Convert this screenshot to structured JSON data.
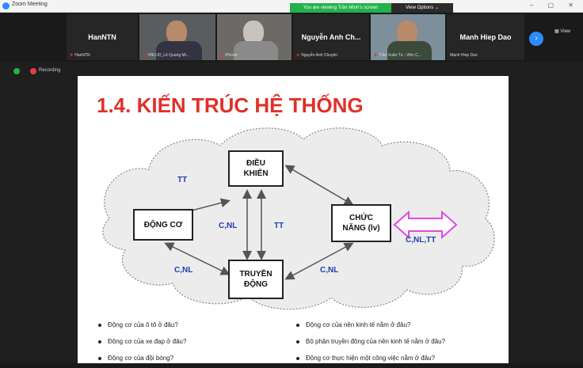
{
  "window": {
    "title": "Zoom Meeting",
    "viewing_banner": "You are viewing Trần Minh's screen",
    "view_options_label": "View Options ⌄"
  },
  "participants": [
    {
      "name": "HanNTN",
      "label": "HanNTN",
      "type": "name"
    },
    {
      "name": "",
      "label": "VNU-ID_Lê Quang Mi...",
      "type": "video"
    },
    {
      "name": "",
      "label": "iPhone",
      "type": "video"
    },
    {
      "name": "Nguyễn Anh Ch...",
      "label": "Nguyễn Anh Chuyên",
      "type": "name"
    },
    {
      "name": "",
      "label": "Trần Xuân Tú - Viện C...",
      "type": "video"
    },
    {
      "name": "Manh Hiep Dao",
      "label": "Manh Hiep Dao",
      "type": "name"
    }
  ],
  "strip": {
    "next_icon": "›",
    "view_label": "View"
  },
  "recording": {
    "label": "Recording"
  },
  "slide": {
    "title": "1.4. KIẾN TRÚC HỆ THỐNG",
    "boxes": {
      "dieu_khien": [
        "ĐIỀU",
        "KHIỂN"
      ],
      "dong_co": "ĐỘNG CƠ",
      "chuc_nang": [
        "CHỨC",
        "NĂNG (lv)"
      ],
      "truyen_dong": [
        "TRUYỀN",
        "ĐỘNG"
      ]
    },
    "labels": {
      "tt_top": "TT",
      "cnl_mid": "C,NL",
      "tt_mid": "TT",
      "cnl_bl": "C,NL",
      "cnl_br": "C,NL",
      "cnltt_right": "C,NL,TT"
    },
    "bullets_left": [
      "Động cơ của ô tô ở đâu?",
      "Động cơ của xe đạp ở đâu?",
      "Động cơ của đội bóng?"
    ],
    "bullets_right": [
      "Động cơ của nền kinh tế nằm ở đâu?",
      "Bộ phận truyền động của nền kinh tế nằm ở đâu?",
      "Động cơ thực hiện một công việc nằm ở đâu?"
    ]
  }
}
